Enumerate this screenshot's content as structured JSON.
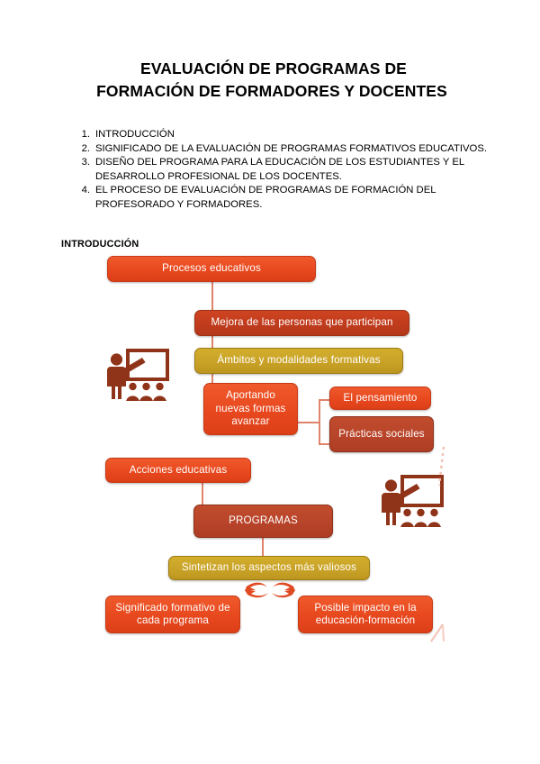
{
  "document": {
    "title_lines": [
      "EVALUACIÓN DE PROGRAMAS DE",
      "FORMACIÓN DE FORMADORES Y DOCENTES"
    ],
    "toc": [
      {
        "num": "1.",
        "text": "INTRODUCCIÓN"
      },
      {
        "num": "2.",
        "text": "SIGNIFICADO DE LA EVALUACIÓN DE PROGRAMAS FORMATIVOS EDUCATIVOS."
      },
      {
        "num": "3.",
        "text": "DISEÑO DEL PROGRAMA PARA LA EDUCACIÓN DE LOS ESTUDIANTES Y EL DESARROLLO PROFESIONAL DE LOS DOCENTES."
      },
      {
        "num": "4.",
        "text": "EL PROCESO DE EVALUACIÓN DE PROGRAMAS DE FORMACIÓN DEL PROFESORADO Y FORMADORES."
      }
    ],
    "section_heading": "INTRODUCCIÓN"
  },
  "diagram": {
    "nodes": {
      "procesos_educativos": "Procesos educativos",
      "mejora_personas": "Mejora de las personas que participan",
      "ambitos_modalidades": "Ámbitos y modalidades formativas",
      "aportando": "Aportando nuevas formas avanzar",
      "pensamiento": "El pensamiento",
      "practicas_sociales": "Prácticas sociales",
      "acciones_educativas": "Acciones educativas",
      "programas": "PROGRAMAS",
      "sintetizan": "Sintetizan los aspectos más valiosos",
      "significado_formativo": "Significado formativo de cada programa",
      "posible_impacto": "Posible impacto en la educación-formación"
    },
    "icons": {
      "teacher_upper": "teacher-blackboard-icon",
      "teacher_lower": "teacher-blackboard-icon",
      "converging_arrows": "converging-arrows-icon"
    },
    "colors": {
      "orange": "#e8481e",
      "deep_red": "#c03c1d",
      "gold": "#c9a227",
      "brick": "#b8442a",
      "connector": "#e0836b",
      "icon": "#8f3319"
    }
  }
}
